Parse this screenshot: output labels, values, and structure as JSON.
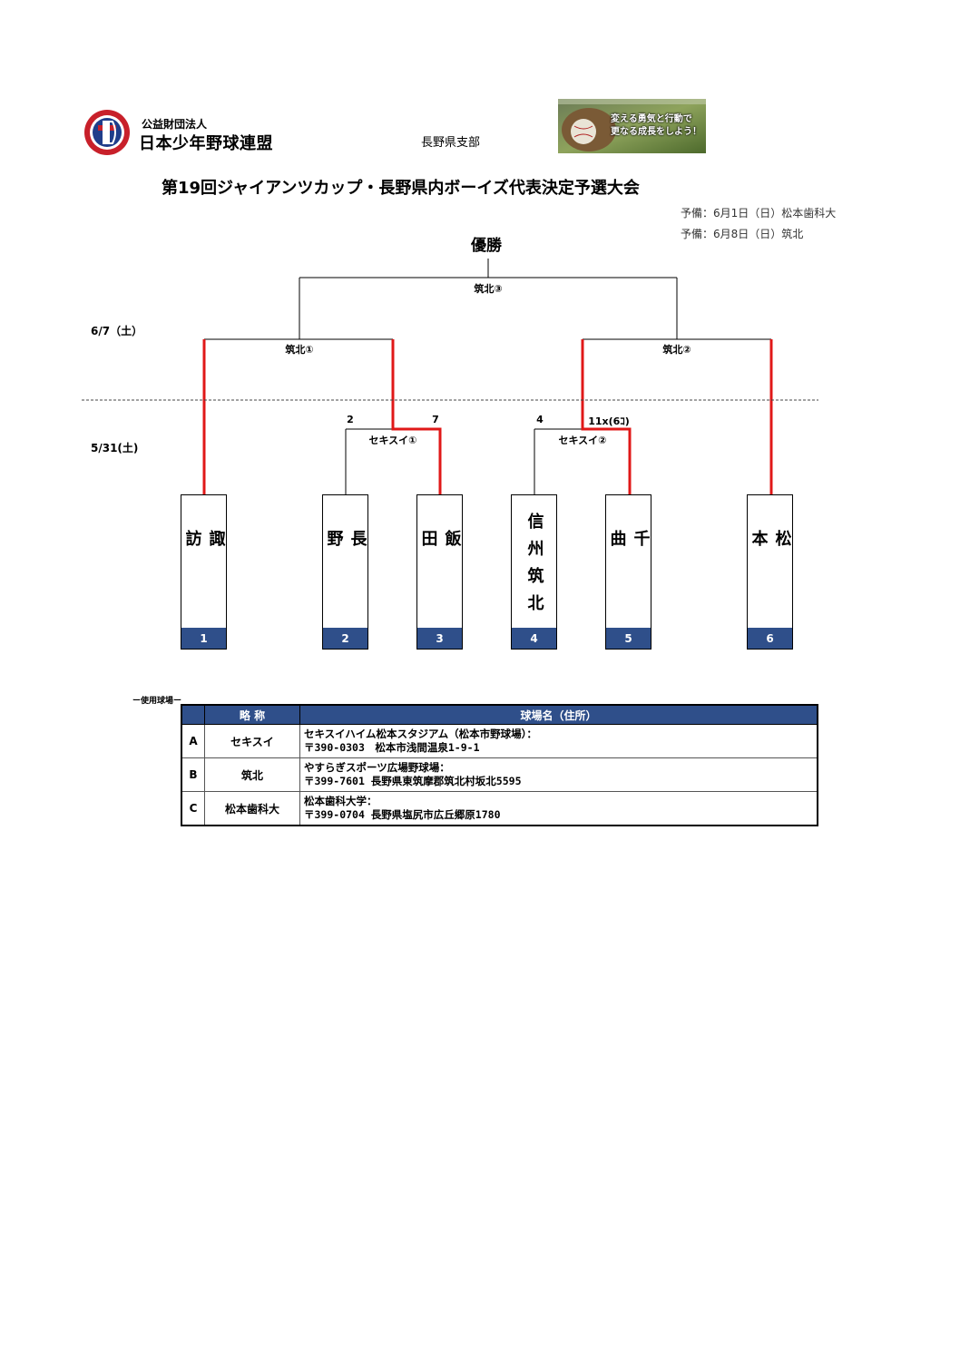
{
  "header": {
    "org_sub": "公益財団法人",
    "org_main": "日本少年野球連盟",
    "branch": "長野県支部",
    "banner_line1": "変える勇気と行動で",
    "banner_line2": "更なる成長をしよう！"
  },
  "title": "第19回ジャイアンツカップ・長野県内ボーイズ代表決定予選大会",
  "notes": [
    "予備：6月1日（日）松本歯科大",
    "予備：6月8日（日）筑北"
  ],
  "champion_label": "優勝",
  "dates": {
    "round2": "6/7（土）",
    "round1": "5/31(土)"
  },
  "games": {
    "final": "筑北③",
    "semi_left": "筑北①",
    "semi_right": "筑北②",
    "qf_left": "セキスイ①",
    "qf_right": "セキスイ②"
  },
  "scores": {
    "qf_left_top": "2",
    "qf_left_bottom": "7",
    "qf_right_top": "4",
    "qf_right_bottom": "11x(6ｺ)"
  },
  "teams": [
    {
      "name": "諏訪",
      "number": "1"
    },
    {
      "name": "長野",
      "number": "2"
    },
    {
      "name": "飯田",
      "number": "3"
    },
    {
      "name": "信州筑北",
      "number": "4"
    },
    {
      "name": "千曲",
      "number": "5"
    },
    {
      "name": "松本",
      "number": "6"
    }
  ],
  "colors": {
    "winner_line": "#e01818",
    "header_blue": "#2f4f8a"
  },
  "venue": {
    "caption": "ー使用球場ー",
    "headers": [
      "",
      "略 称",
      "球場名（住所）"
    ],
    "rows": [
      {
        "code": "A",
        "abbr": "セキスイ",
        "line1": "セキスイハイム松本スタジアム（松本市野球場）：",
        "line2": "〒390-0303　松本市浅間温泉1-9-1"
      },
      {
        "code": "B",
        "abbr": "筑北",
        "line1": "やすらぎスポーツ広場野球場：",
        "line2": "〒399-7601 長野県東筑摩郡筑北村坂北5595"
      },
      {
        "code": "C",
        "abbr": "松本歯科大",
        "line1": "松本歯科大学：",
        "line2": "〒399-0704 長野県塩尻市広丘郷原1780"
      }
    ]
  }
}
